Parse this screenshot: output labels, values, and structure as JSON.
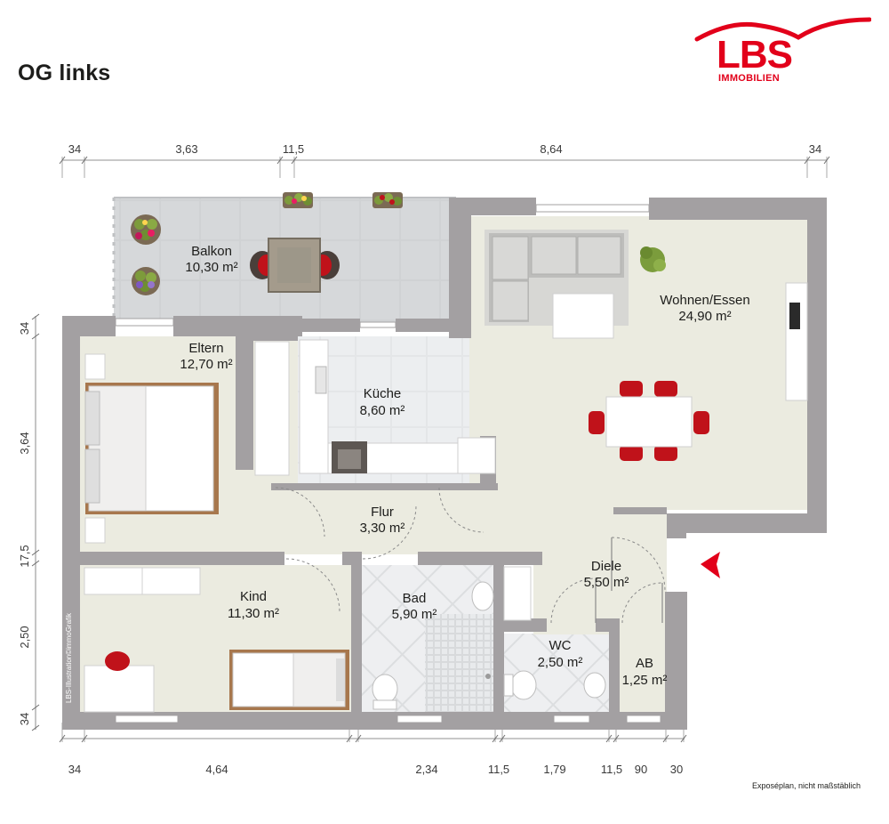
{
  "header": {
    "title": "OG links"
  },
  "logo": {
    "brand": "LBS",
    "subtitle": "IMMOBILIEN"
  },
  "dimensions": {
    "top": [
      "34",
      "3,63",
      "11,5",
      "8,64",
      "34"
    ],
    "bottom": [
      "34",
      "4,64",
      "2,34",
      "11,5",
      "1,79",
      "11,5",
      "90",
      "30"
    ],
    "left": [
      "34",
      "3,64",
      "17,5",
      "2,50",
      "34"
    ]
  },
  "rooms": [
    {
      "name": "Balkon",
      "area": "10,30 m²"
    },
    {
      "name": "Wohnen/Essen",
      "area": "24,90 m²"
    },
    {
      "name": "Eltern",
      "area": "12,70 m²"
    },
    {
      "name": "Küche",
      "area": "8,60 m²"
    },
    {
      "name": "Flur",
      "area": "3,30 m²"
    },
    {
      "name": "Diele",
      "area": "5,50 m²"
    },
    {
      "name": "Kind",
      "area": "11,30 m²"
    },
    {
      "name": "Bad",
      "area": "5,90 m²"
    },
    {
      "name": "WC",
      "area": "2,50 m²"
    },
    {
      "name": "AB",
      "area": "1,25 m²"
    }
  ],
  "credit": "LBS-Illustration©immoGrafik",
  "footnote": "Exposéplan, nicht maßstäblich",
  "colors": {
    "wall": "#a3a0a2",
    "floor": "#ebebe0",
    "balcony": "#d2d4d6",
    "tile": "#eceef0",
    "accent": "#e2001a"
  }
}
